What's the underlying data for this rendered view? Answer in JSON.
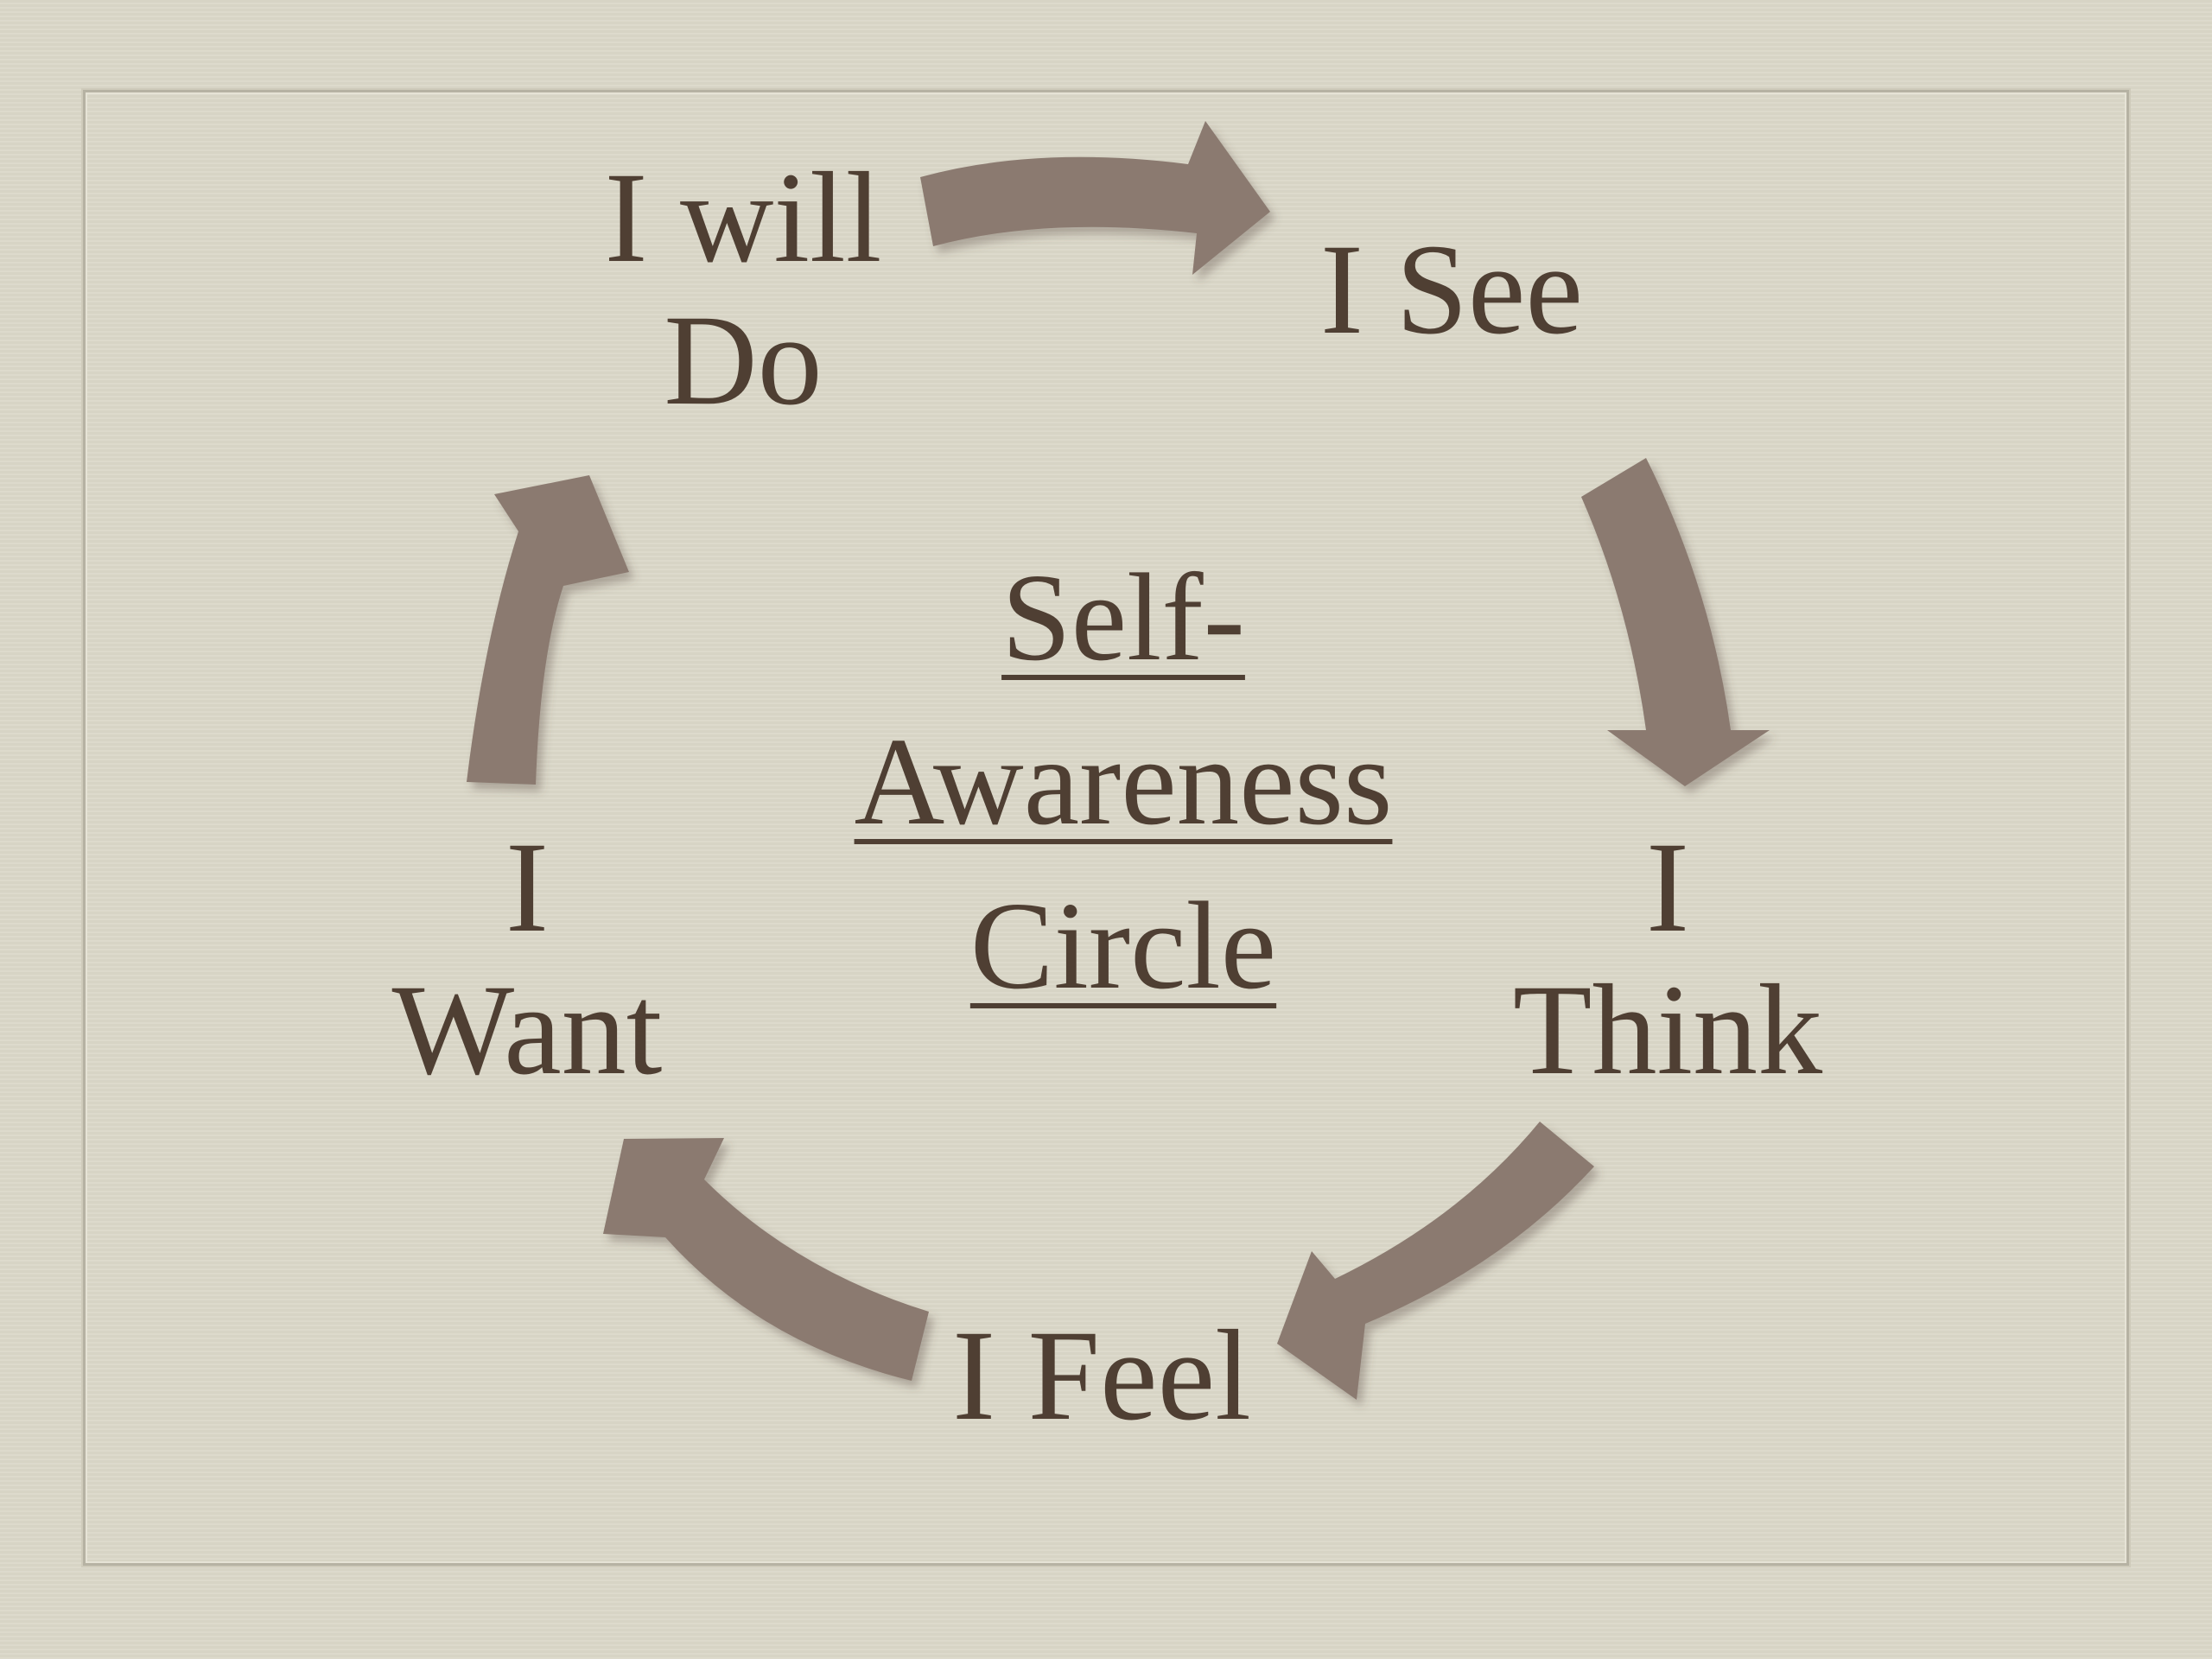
{
  "diagram": {
    "title_lines": [
      "Self-",
      "Awareness",
      "Circle"
    ],
    "nodes": [
      {
        "id": "will-do",
        "lines": [
          "I will",
          "Do"
        ]
      },
      {
        "id": "see",
        "lines": [
          "I See"
        ]
      },
      {
        "id": "think",
        "lines": [
          "I",
          "Think"
        ]
      },
      {
        "id": "feel",
        "lines": [
          "I Feel"
        ]
      },
      {
        "id": "want",
        "lines": [
          "I",
          "Want"
        ]
      }
    ],
    "edges": [
      {
        "from": "will-do",
        "to": "see"
      },
      {
        "from": "see",
        "to": "think"
      },
      {
        "from": "think",
        "to": "feel"
      },
      {
        "from": "feel",
        "to": "want"
      },
      {
        "from": "want",
        "to": "will-do"
      }
    ],
    "colors": {
      "background": "#dbd8c9",
      "text": "#4f3f33",
      "arrow": "#8b7a70"
    }
  }
}
